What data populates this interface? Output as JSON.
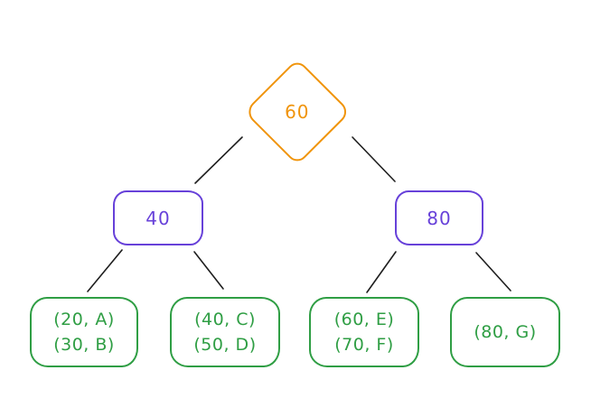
{
  "diagram": {
    "colors": {
      "background": "#ffffff",
      "root_accent": "#f0940b",
      "internal_accent": "#6741d9",
      "leaf_accent": "#2f9e44",
      "edge": "#1e1e1e"
    },
    "root_node": {
      "label": "60",
      "shape": "diamond"
    },
    "internal_nodes": [
      {
        "label": "40"
      },
      {
        "label": "80"
      }
    ],
    "leaf_nodes": [
      {
        "lines": [
          "(20, A)",
          "(30, B)"
        ]
      },
      {
        "lines": [
          "(40, C)",
          "(50, D)"
        ]
      },
      {
        "lines": [
          "(60, E)",
          "(70, F)"
        ]
      },
      {
        "lines": [
          "(80, G)",
          ""
        ]
      }
    ]
  }
}
